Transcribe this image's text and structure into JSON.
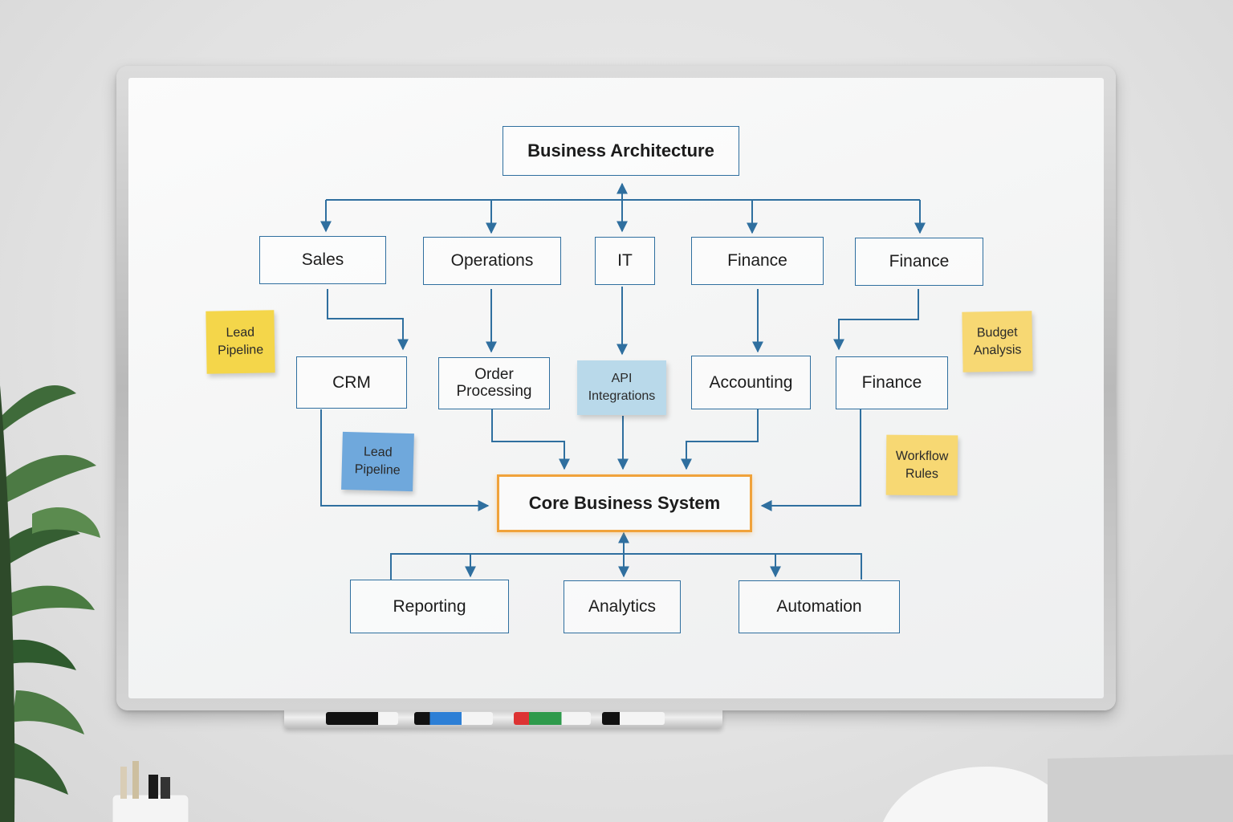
{
  "diagram": {
    "title": "Business Architecture",
    "departments": [
      "Sales",
      "Operations",
      "IT",
      "Finance",
      "Finance"
    ],
    "subsystems": [
      "CRM",
      "Order\nProcessing",
      "Accounting",
      "Finance"
    ],
    "core": "Core Business System",
    "outputs": [
      "Reporting",
      "Analytics",
      "Automation"
    ]
  },
  "notes": [
    {
      "text": "Lead\nPipeline",
      "color": "#f4d64a"
    },
    {
      "text": "Lead\nPipeline",
      "color": "#6fa8dc"
    },
    {
      "text": "API\nIntegrations",
      "color": "#b9d9ea"
    },
    {
      "text": "Budget\nAnalysis",
      "color": "#f7d873"
    },
    {
      "text": "Workflow\nRules",
      "color": "#f7d873"
    }
  ],
  "colors": {
    "connector": "#2f6f9f",
    "core_border": "#f0a23a",
    "box_border": "#2f6f9f"
  }
}
